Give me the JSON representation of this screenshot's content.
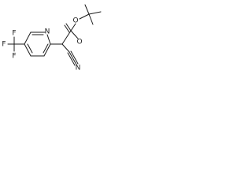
{
  "molecule": {
    "atoms": {
      "fluorine_top": "F",
      "fluorine_left": "F",
      "fluorine_bottom": "F",
      "ring_nitrogen": "N",
      "carbonyl_oxygen": "O",
      "ester_oxygen": "O",
      "nitrile_nitrogen": "N"
    }
  }
}
